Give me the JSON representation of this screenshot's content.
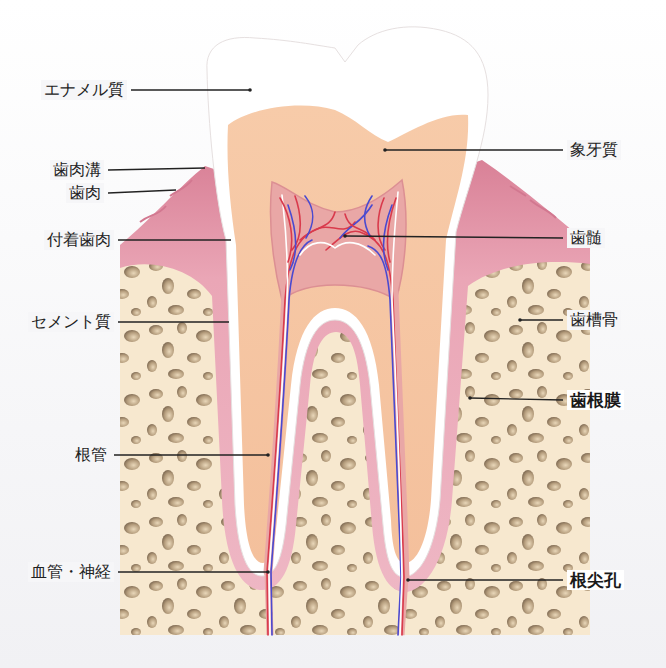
{
  "diagram": {
    "labels": [
      "エナメル質",
      "象牙質",
      "歯肉溝",
      "歯肉",
      "付着歯肉",
      "歯髄",
      "セメント質",
      "歯槽骨",
      "歯根膜",
      "根管",
      "血管・神経",
      "根尖孔"
    ]
  }
}
